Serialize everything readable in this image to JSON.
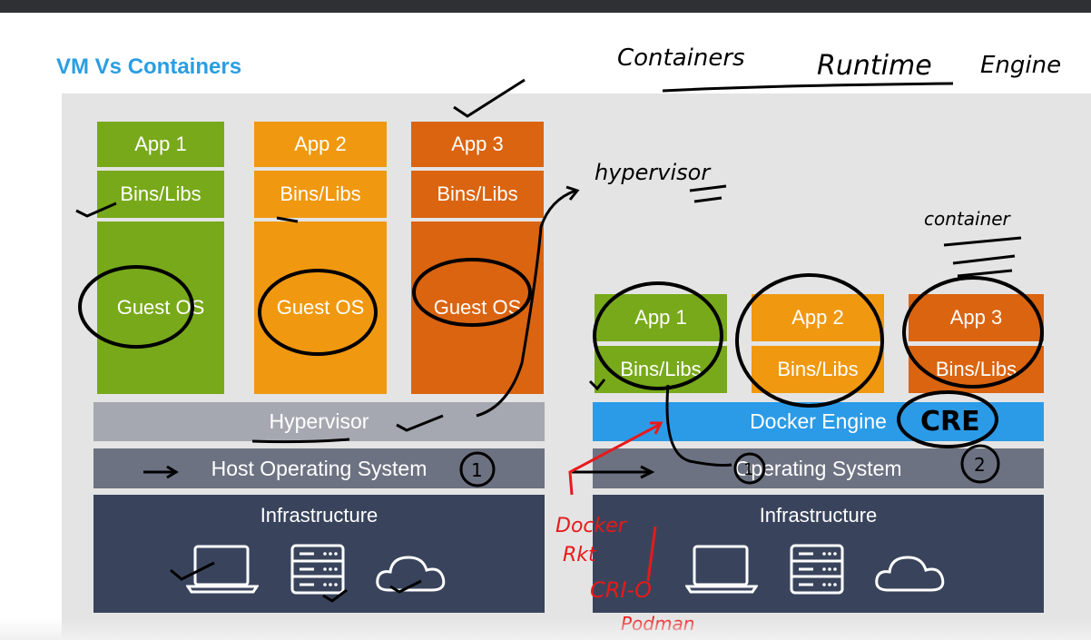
{
  "title": "VM Vs Containers",
  "vm": {
    "apps": [
      {
        "app": "App 1",
        "bins": "Bins/Libs",
        "os": "Guest OS",
        "color": "#78a91a"
      },
      {
        "app": "App 2",
        "bins": "Bins/Libs",
        "os": "Guest OS",
        "color": "#f0980f"
      },
      {
        "app": "App 3",
        "bins": "Bins/Libs",
        "os": "Guest OS",
        "color": "#da6410"
      }
    ],
    "hypervisor": "Hypervisor",
    "host_os": "Host Operating System",
    "infrastructure": "Infrastructure"
  },
  "containers": {
    "apps": [
      {
        "app": "App 1",
        "bins": "Bins/Libs"
      },
      {
        "app": "App 2",
        "bins": "Bins/Libs"
      },
      {
        "app": "App 3",
        "bins": "Bins/Libs"
      }
    ],
    "engine": "Docker Engine",
    "os": "Operating System",
    "infrastructure": "Infrastructure"
  },
  "colors": {
    "green": "#78a91a",
    "orange": "#f0980f",
    "darkorange": "#da6410",
    "hypervisor": "#a5a8b0",
    "host_os": "#6d7282",
    "infra": "#39445c",
    "docker": "#2b9be8",
    "title": "#2a9ee3"
  },
  "icons": [
    "laptop-icon",
    "server-icon",
    "cloud-icon"
  ],
  "annotations": {
    "heading": [
      "Containers",
      "Runtime",
      "Engine"
    ],
    "hypervisor_note": "hypervisor",
    "container_note": "container",
    "cre": "CRE",
    "marker_1": "1",
    "marker_2": "2",
    "red_notes": [
      "Docker",
      "Rkt",
      "CRI-O",
      "Podman"
    ]
  }
}
